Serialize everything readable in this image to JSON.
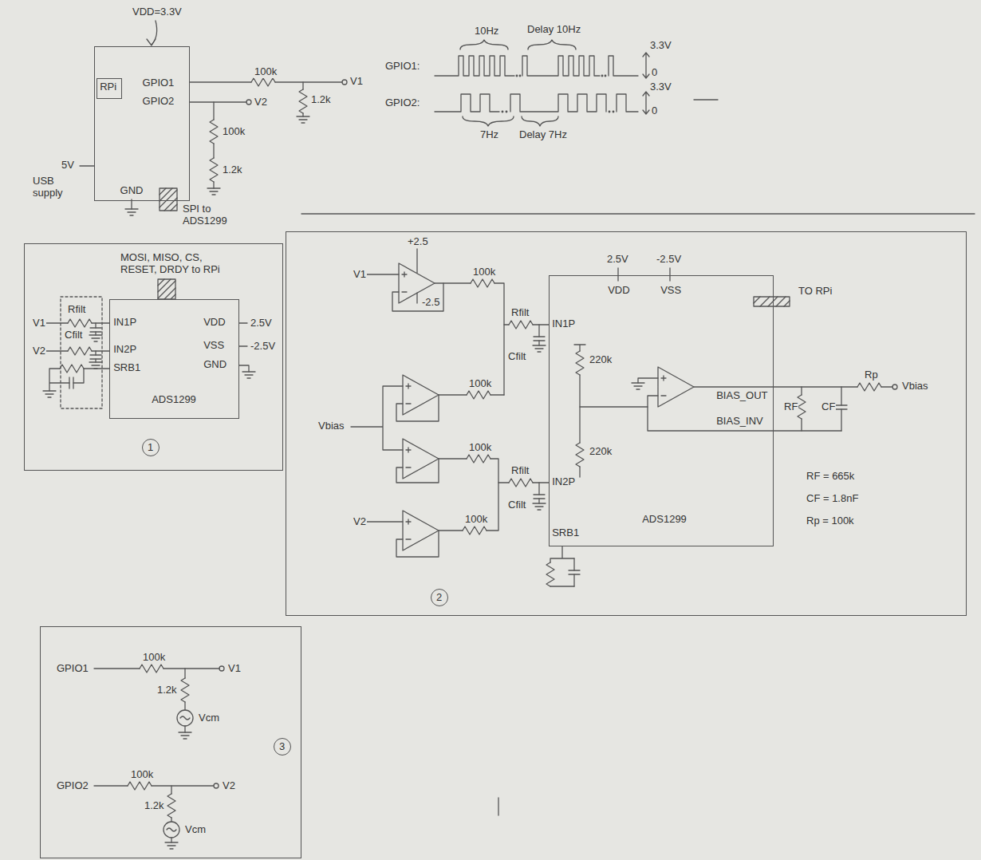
{
  "diagram": {
    "nodes": [
      {
        "text": [
          "GPIO1",
          "GPIO2",
          "GND"
        ]
      },
      {
        "text": [
          "RPi"
        ],
        "in": 0
      },
      {
        "text": [
          "1"
        ]
      },
      {
        "text": [
          "IN1P",
          "IN2P",
          "SRB1",
          "VDD",
          "VSS",
          "GND",
          "ADS1299"
        ],
        "in": 2
      },
      {
        "text": [
          "2"
        ]
      },
      {
        "text": [
          "VDD",
          "VSS",
          "IN1P",
          "IN2P",
          "BIAS_OUT",
          "BIAS_INV",
          "ADS1299",
          "SRB1"
        ],
        "in": 4
      },
      {
        "text": [
          "3"
        ]
      }
    ],
    "labels": [
      "VDD=3.3V",
      "100k",
      "V1",
      "1.2k",
      "V2",
      "100k",
      "1.2k",
      "5V",
      "USB supply",
      "SPI to ADS1299",
      "GPIO1:",
      "10Hz",
      "Delay 10Hz",
      "3.3V",
      "0",
      "GPIO2:",
      "3.3V",
      "0",
      "7Hz",
      "Delay 7Hz",
      "MOSI, MISO, CS, RESET, DRDY to RPi",
      "V1",
      "Rfilt",
      "Cfilt",
      "V2",
      "2.5V",
      "-2.5V",
      "+2.5",
      "V1",
      "-2.5",
      "100k",
      "Rfilt",
      "Cfilt",
      "100k",
      "Vbias",
      "100k",
      "Rfilt",
      "Cfilt",
      "100k",
      "V2",
      "220k",
      "220k",
      "2.5V",
      "-2.5V",
      "TO RPi",
      "RF",
      "CF",
      "Rp",
      "Vbias",
      "RF = 665k",
      "CF = 1.8nF",
      "Rp = 100k",
      "GPIO1",
      "100k",
      "V1",
      "1.2k",
      "Vcm",
      "GPIO2",
      "100k",
      "V2",
      "1.2k",
      "Vcm"
    ]
  }
}
